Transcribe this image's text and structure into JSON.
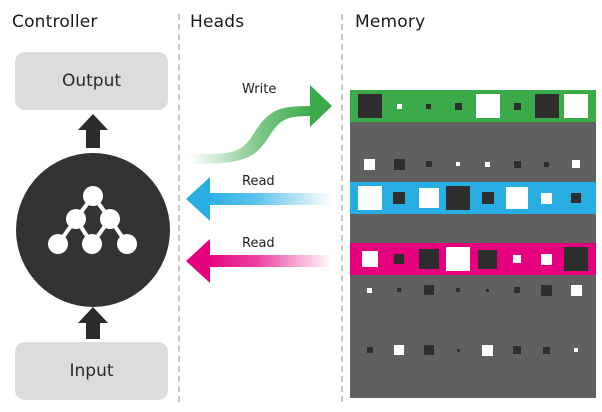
{
  "titles": {
    "controller": "Controller",
    "heads": "Heads",
    "memory": "Memory"
  },
  "controller": {
    "output_label": "Output",
    "input_label": "Input",
    "icon": "neural-network-icon"
  },
  "heads": {
    "write_label": "Write",
    "read1_label": "Read",
    "read2_label": "Read"
  },
  "colors": {
    "write": "#3aaa4a",
    "read1": "#29aee3",
    "read2": "#e5007e",
    "memory_bg": "#606060",
    "controller": "#333333",
    "box": "#dcdcdc"
  },
  "memory": {
    "write_row": [
      1.0,
      0.2,
      0.2,
      0.3,
      1.0,
      0.3,
      1.0,
      1.0
    ],
    "write_row_shade": [
      "d",
      "w",
      "d",
      "d",
      "w",
      "d",
      "d",
      "w"
    ],
    "plain_row_1": [
      0.45,
      0.45,
      0.25,
      0.15,
      0.2,
      0.3,
      0.2,
      0.35
    ],
    "plain_row_1_shade": [
      "w",
      "d",
      "d",
      "w",
      "w",
      "d",
      "d",
      "w"
    ],
    "read1_row": [
      1.0,
      0.5,
      0.85,
      1.0,
      0.5,
      0.9,
      0.45,
      0.4
    ],
    "read1_row_shade": [
      "w",
      "d",
      "w",
      "d",
      "d",
      "w",
      "w",
      "d"
    ],
    "read2_row": [
      0.65,
      0.4,
      0.85,
      1.0,
      0.8,
      0.35,
      0.45,
      1.0
    ],
    "read2_row_shade": [
      "w",
      "d",
      "d",
      "w",
      "d",
      "w",
      "w",
      "d"
    ],
    "plain_row_2": [
      0.2,
      0.15,
      0.4,
      0.15,
      0.1,
      0.25,
      0.45,
      0.45
    ],
    "plain_row_2_shade": [
      "w",
      "d",
      "d",
      "d",
      "d",
      "d",
      "d",
      "w"
    ],
    "plain_row_3": [
      0.25,
      0.4,
      0.4,
      0.1,
      0.45,
      0.35,
      0.3,
      0.15
    ],
    "plain_row_3_shade": [
      "d",
      "w",
      "d",
      "d",
      "w",
      "d",
      "d",
      "w"
    ]
  }
}
